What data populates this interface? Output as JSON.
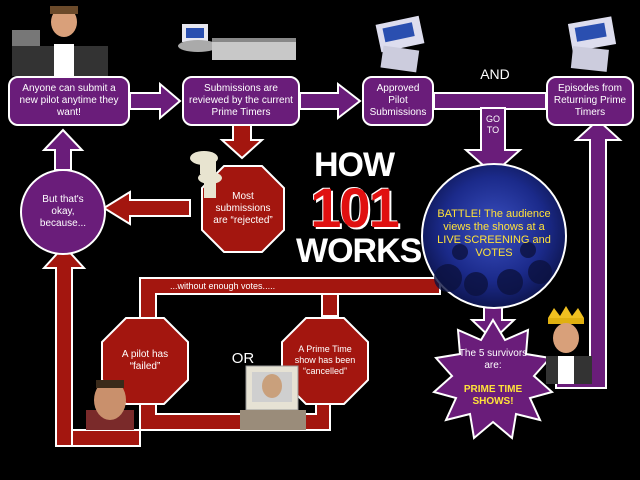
{
  "title": {
    "line1": "HOW",
    "line2": "101",
    "line3": "WORKS"
  },
  "steps": {
    "anyone": "Anyone can submit a new pilot anytime they want!",
    "reviewed": "Submissions are reviewed by the current Prime Timers",
    "approved": "Approved Pilot Submissions",
    "and": "AND",
    "episodes": "Episodes from Returning Prime Timers",
    "goto": "GO TO",
    "rejected": "Most submissions are “rejected”",
    "okay": "But that's okay, because...",
    "battle": "BATTLE! The audience views the shows at a LIVE SCREENING and VOTES",
    "without": "...without enough votes.....",
    "failed": "A pilot has “failed”",
    "or": "OR",
    "cancelled": "A Prime Time show has been “cancelled”",
    "survivors": "The 5 survivors are:",
    "prime": "PRIME TIME SHOWS!"
  },
  "colors": {
    "purple": "#6a1d7a",
    "red": "#a3160f",
    "title_red": "#e01010",
    "highlight": "#ffe23a"
  }
}
